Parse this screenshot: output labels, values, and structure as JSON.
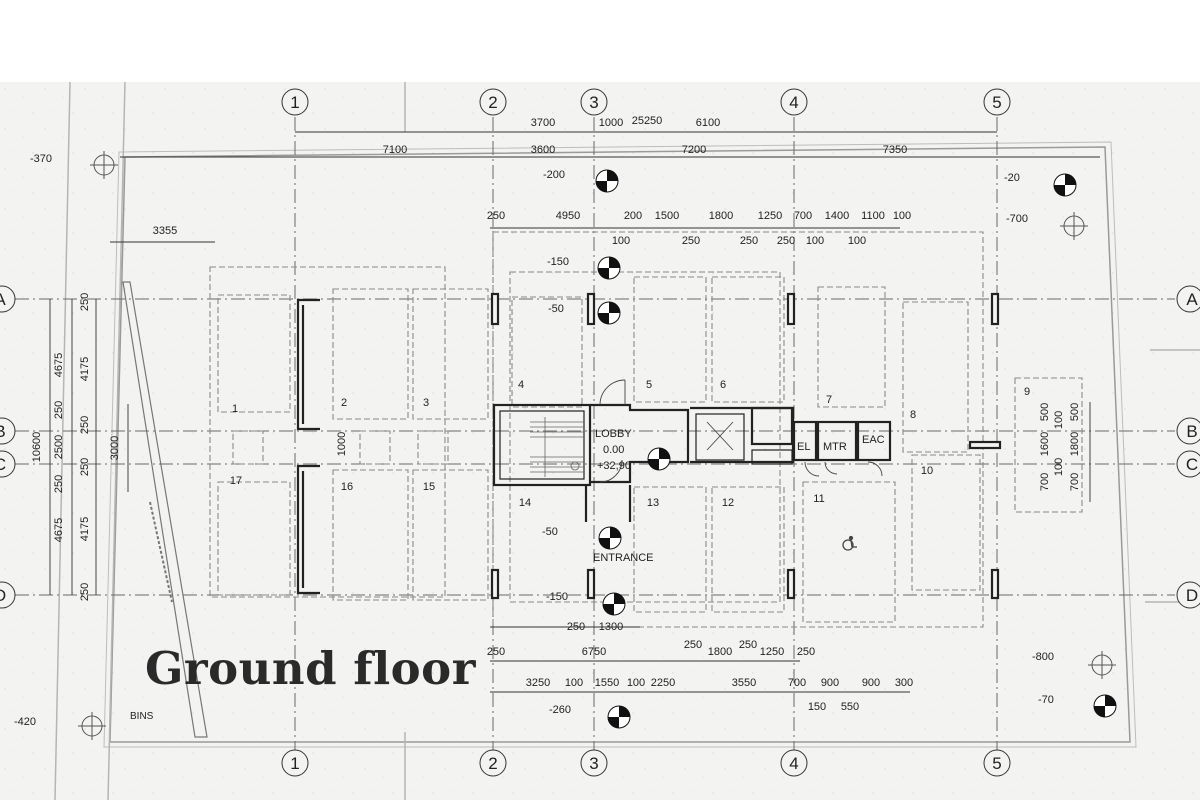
{
  "title": "Ground floor",
  "axes_columns": [
    {
      "id": "col-1",
      "label": "1"
    },
    {
      "id": "col-2",
      "label": "2"
    },
    {
      "id": "col-3",
      "label": "3"
    },
    {
      "id": "col-4",
      "label": "4"
    },
    {
      "id": "col-5",
      "label": "5"
    }
  ],
  "axes_rows": [
    {
      "id": "row-a",
      "label": "A"
    },
    {
      "id": "row-b",
      "label": "B"
    },
    {
      "id": "row-c",
      "label": "C"
    },
    {
      "id": "row-d",
      "label": "D"
    }
  ],
  "top_dimensions": {
    "row1": [
      "3700",
      "1000",
      "25250",
      "6100"
    ],
    "row2": [
      "7100",
      "3600",
      "7200",
      "7350"
    ],
    "row3": [
      "250",
      "4950",
      "200",
      "1500",
      "1800",
      "1250",
      "700",
      "1400",
      "1100",
      "100"
    ],
    "row3_sub": [
      "100",
      "250",
      "250",
      "250",
      "100",
      "100"
    ],
    "left_width": "3355"
  },
  "bottom_dimensions": {
    "row1": [
      "250",
      "1300"
    ],
    "row2": [
      "250",
      "6750",
      "250",
      "1800",
      "250",
      "1250",
      "250"
    ],
    "row3": [
      "3250",
      "100",
      "1550",
      "100",
      "2250",
      "3550",
      "700",
      "900",
      "900",
      "300"
    ],
    "row3_sub": [
      "150",
      "550"
    ]
  },
  "left_dimensions": {
    "outer": "10600",
    "mid": [
      "4675",
      "250",
      "2500",
      "250",
      "4675"
    ],
    "inner": [
      "250",
      "4175",
      "250",
      "1000",
      "250",
      "4175",
      "250"
    ],
    "center": "3000"
  },
  "right_dimensions": [
    "500",
    "1600",
    "100",
    "700",
    "500",
    "1800",
    "100",
    "700"
  ],
  "levels": [
    "-370",
    "-200",
    "-20",
    "-700",
    "-150",
    "-50",
    "-50",
    "-150",
    "-260",
    "-800",
    "-70",
    "-420"
  ],
  "rooms": [
    "1",
    "2",
    "3",
    "4",
    "5",
    "6",
    "7",
    "8",
    "9",
    "10",
    "11",
    "12",
    "13",
    "14",
    "15",
    "16",
    "17"
  ],
  "labels": {
    "lobby": "LOBBY",
    "lobby_level": "0.00",
    "lobby_abs": "+32,90",
    "entrance": "ENTRANCE",
    "el": "EL",
    "mtr": "MTR",
    "eac": "EAC",
    "bins": "BINS",
    "column_dim_1000": "1000"
  }
}
